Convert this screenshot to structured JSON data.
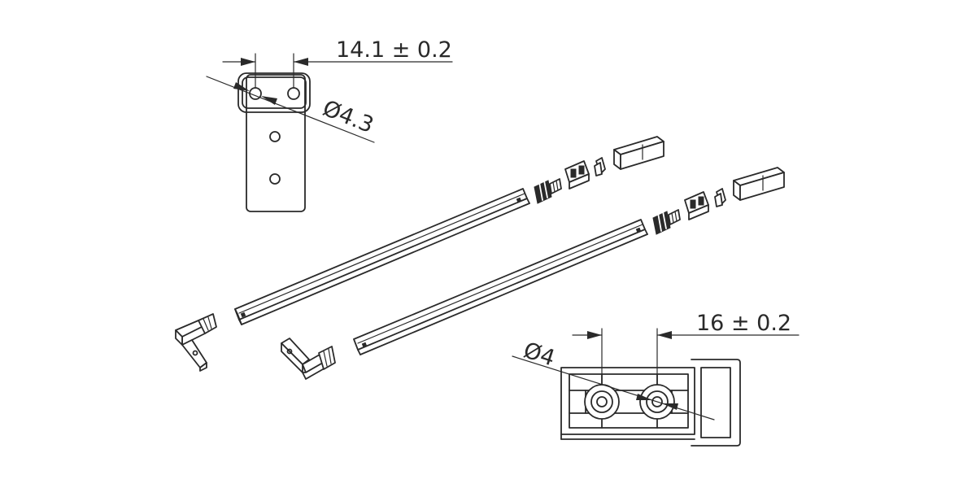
{
  "dimensions": {
    "top_width": "14.1 ± 0.2",
    "top_hole": "Ø4.3",
    "bottom_width": "16 ± 0.2",
    "bottom_hole": "Ø4"
  },
  "colors": {
    "line": "#2a2a2a",
    "background": "#ffffff"
  }
}
